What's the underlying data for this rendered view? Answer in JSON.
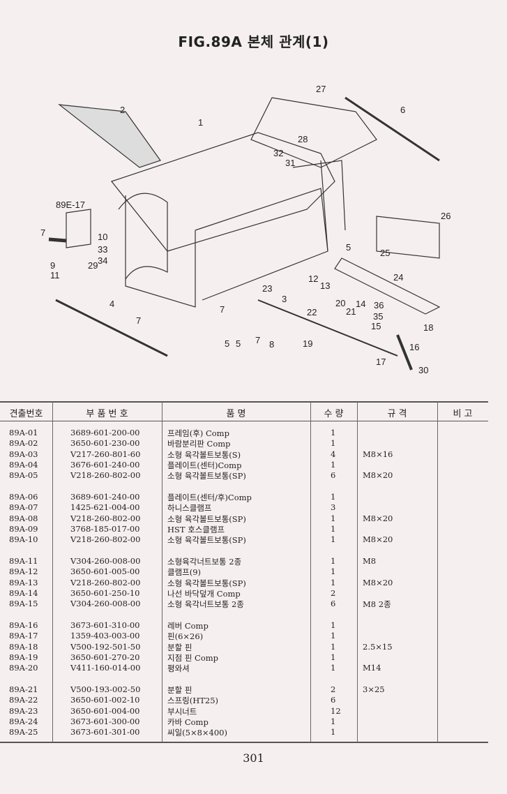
{
  "title": "FIG.89A 본체 관계(1)",
  "diagram": {
    "callouts": [
      "2",
      "1",
      "27",
      "6",
      "28",
      "32",
      "31",
      "89E-17",
      "26",
      "7",
      "10",
      "33",
      "34",
      "29",
      "9",
      "11",
      "25",
      "5",
      "24",
      "12",
      "13",
      "3",
      "23",
      "4",
      "7",
      "7",
      "22",
      "20",
      "21",
      "14",
      "36",
      "35",
      "15",
      "18",
      "5",
      "5",
      "7",
      "8",
      "19",
      "16",
      "17",
      "30"
    ]
  },
  "table": {
    "headers": [
      "견출번호",
      "부 품 번 호",
      "품 명",
      "수 량",
      "규 격",
      "비 고"
    ],
    "rows": [
      [
        "89A-01",
        "3689-601-200-00",
        "프레임(후) Comp",
        "1",
        ""
      ],
      [
        "89A-02",
        "3650-601-230-00",
        "바람분리판 Comp",
        "1",
        ""
      ],
      [
        "89A-03",
        "V217-260-801-60",
        "소형 육각볼트보통(S)",
        "4",
        "M8×16"
      ],
      [
        "89A-04",
        "3676-601-240-00",
        "플레이트(센터)Comp",
        "1",
        ""
      ],
      [
        "89A-05",
        "V218-260-802-00",
        "소형 육각볼트보통(SP)",
        "6",
        "M8×20"
      ],
      [
        "89A-06",
        "3689-601-240-00",
        "플레이트(센터/후)Comp",
        "1",
        ""
      ],
      [
        "89A-07",
        "1425-621-004-00",
        "하니스클램프",
        "3",
        ""
      ],
      [
        "89A-08",
        "V218-260-802-00",
        "소형 육각볼트보통(SP)",
        "1",
        "M8×20"
      ],
      [
        "89A-09",
        "3768-185-017-00",
        "HST 호스클램프",
        "1",
        ""
      ],
      [
        "89A-10",
        "V218-260-802-00",
        "소형 육각볼트보통(SP)",
        "1",
        "M8×20"
      ],
      [
        "89A-11",
        "V304-260-008-00",
        "소형육각너트보통 2종",
        "1",
        "M8"
      ],
      [
        "89A-12",
        "3650-601-005-00",
        "클램프(9)",
        "1",
        ""
      ],
      [
        "89A-13",
        "V218-260-802-00",
        "소형 육각볼트보통(SP)",
        "1",
        "M8×20"
      ],
      [
        "89A-14",
        "3650-601-250-10",
        "나선 바닥덮개 Comp",
        "2",
        ""
      ],
      [
        "89A-15",
        "V304-260-008-00",
        "소형 육각너트보통 2종",
        "6",
        "M8 2종"
      ],
      [
        "89A-16",
        "3673-601-310-00",
        "레버 Comp",
        "1",
        ""
      ],
      [
        "89A-17",
        "1359-403-003-00",
        "핀(6×26)",
        "1",
        ""
      ],
      [
        "89A-18",
        "V500-192-501-50",
        "분할 핀",
        "1",
        "2.5×15"
      ],
      [
        "89A-19",
        "3650-601-270-20",
        "지점 핀 Comp",
        "1",
        ""
      ],
      [
        "89A-20",
        "V411-160-014-00",
        "평와셔",
        "1",
        "M14"
      ],
      [
        "89A-21",
        "V500-193-002-50",
        "분할 핀",
        "2",
        "3×25"
      ],
      [
        "89A-22",
        "3650-601-002-10",
        "스프링(HT25)",
        "6",
        ""
      ],
      [
        "89A-23",
        "3650-601-004-00",
        "부시너트",
        "12",
        ""
      ],
      [
        "89A-24",
        "3673-601-300-00",
        "카바 Comp",
        "1",
        ""
      ],
      [
        "89A-25",
        "3673-601-301-00",
        "씨일(5×8×400)",
        "1",
        ""
      ]
    ]
  },
  "page_number": "301"
}
